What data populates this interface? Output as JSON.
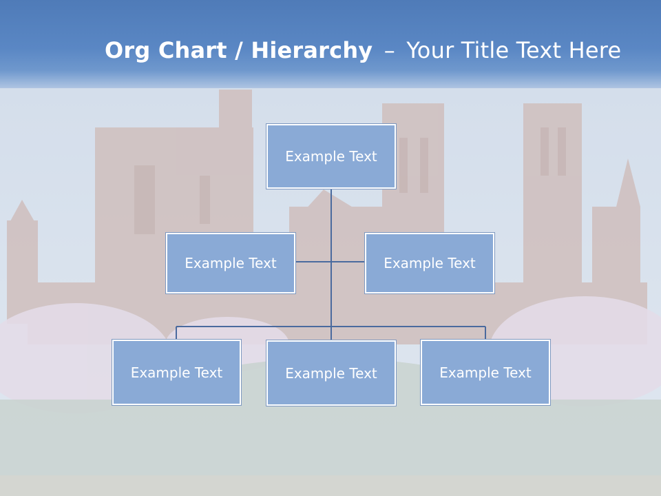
{
  "slide": {
    "title_bold": "Org Chart / Hierarchy",
    "title_dash": "–",
    "title_rest": "Your Title Text Here"
  },
  "org_chart": {
    "root": {
      "label": "Example Text"
    },
    "assistants": [
      {
        "label": "Example Text"
      },
      {
        "label": "Example Text"
      }
    ],
    "children": [
      {
        "label": "Example Text"
      },
      {
        "label": "Example Text"
      },
      {
        "label": "Example Text"
      }
    ]
  },
  "colors": {
    "header": "#5a87c4",
    "node_fill": "#8aaad6",
    "node_border": "#ffffff",
    "connector": "#4a6a9e"
  }
}
